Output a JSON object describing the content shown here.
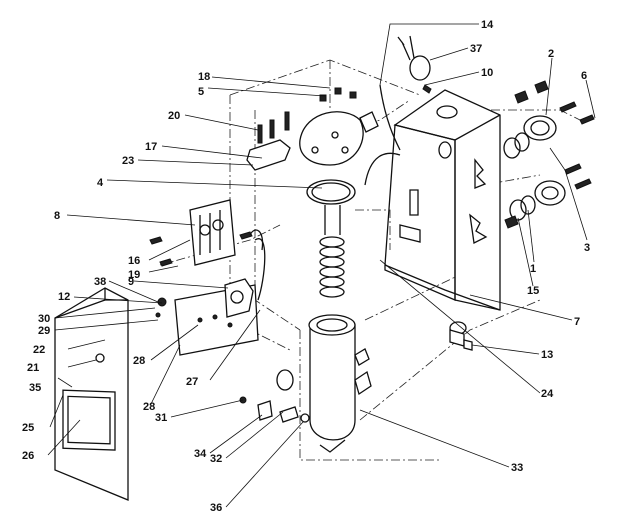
{
  "callouts": [
    {
      "id": "c1",
      "label": "1"
    },
    {
      "id": "c2",
      "label": "2"
    },
    {
      "id": "c3",
      "label": "3"
    },
    {
      "id": "c4",
      "label": "4"
    },
    {
      "id": "c5",
      "label": "5"
    },
    {
      "id": "c6",
      "label": "6"
    },
    {
      "id": "c7",
      "label": "7"
    },
    {
      "id": "c8",
      "label": "8"
    },
    {
      "id": "c9",
      "label": "9"
    },
    {
      "id": "c10",
      "label": "10"
    },
    {
      "id": "c12",
      "label": "12"
    },
    {
      "id": "c13",
      "label": "13"
    },
    {
      "id": "c14",
      "label": "14"
    },
    {
      "id": "c15",
      "label": "15"
    },
    {
      "id": "c16",
      "label": "16"
    },
    {
      "id": "c17",
      "label": "17"
    },
    {
      "id": "c18",
      "label": "18"
    },
    {
      "id": "c19",
      "label": "19"
    },
    {
      "id": "c20",
      "label": "20"
    },
    {
      "id": "c21",
      "label": "21"
    },
    {
      "id": "c22",
      "label": "22"
    },
    {
      "id": "c23",
      "label": "23"
    },
    {
      "id": "c24",
      "label": "24"
    },
    {
      "id": "c25",
      "label": "25"
    },
    {
      "id": "c26",
      "label": "26"
    },
    {
      "id": "c27",
      "label": "27"
    },
    {
      "id": "c28a",
      "label": "28"
    },
    {
      "id": "c28b",
      "label": "28"
    },
    {
      "id": "c29",
      "label": "29"
    },
    {
      "id": "c30",
      "label": "30"
    },
    {
      "id": "c31",
      "label": "31"
    },
    {
      "id": "c32",
      "label": "32"
    },
    {
      "id": "c33",
      "label": "33"
    },
    {
      "id": "c34",
      "label": "34"
    },
    {
      "id": "c35",
      "label": "35"
    },
    {
      "id": "c36",
      "label": "36"
    },
    {
      "id": "c37",
      "label": "37"
    },
    {
      "id": "c38",
      "label": "38"
    }
  ]
}
